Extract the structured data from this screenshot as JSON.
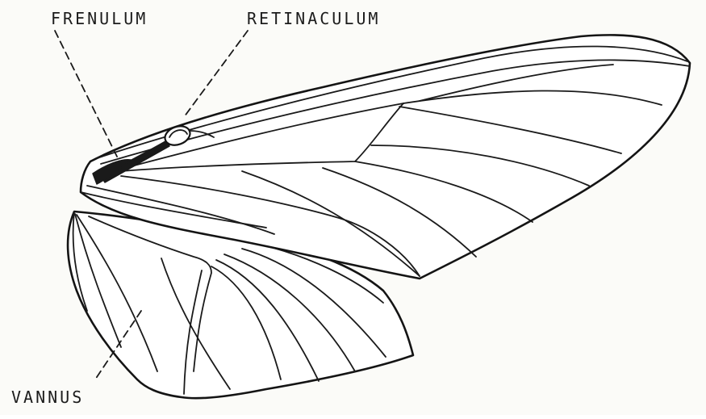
{
  "labels": {
    "frenulum": "FRENULUM",
    "retinaculum": "RETINACULUM",
    "vannus": "VANNUS"
  },
  "colors": {
    "ink": "#1a1a1a",
    "paper": "#fbfbf8"
  }
}
